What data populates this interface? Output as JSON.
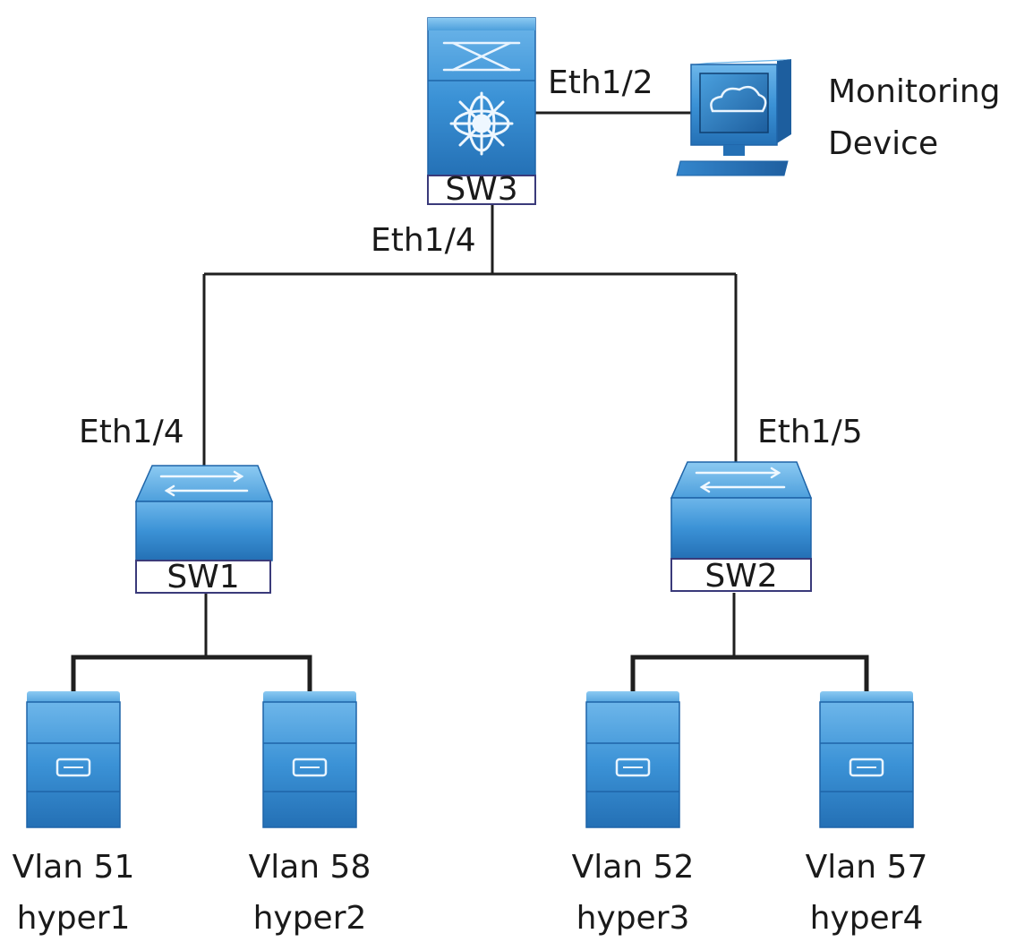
{
  "switches": {
    "sw3": {
      "label": "SW3"
    },
    "sw1": {
      "label": "SW1"
    },
    "sw2": {
      "label": "SW2"
    }
  },
  "monitor": {
    "line1": "Monitoring",
    "line2": "Device"
  },
  "ports": {
    "sw3_monitor": "Eth1/2",
    "sw3_down": "Eth1/4",
    "sw1_up": "Eth1/4",
    "sw2_up": "Eth1/5"
  },
  "hosts": [
    {
      "vlan": "Vlan 51",
      "name": "hyper1"
    },
    {
      "vlan": "Vlan 58",
      "name": "hyper2"
    },
    {
      "vlan": "Vlan 52",
      "name": "hyper3"
    },
    {
      "vlan": "Vlan 57",
      "name": "hyper4"
    }
  ],
  "colors": {
    "device_blue_light": "#5ba8e0",
    "device_blue_mid": "#2e86d1",
    "device_blue_dark": "#1e64a8",
    "line": "#1f1f1f"
  }
}
